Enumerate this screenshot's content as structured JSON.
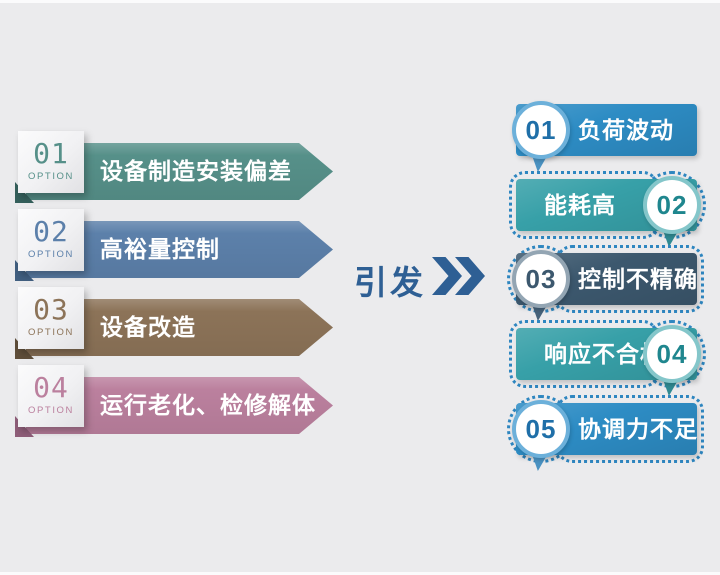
{
  "background_color": "#ebebed",
  "connector": {
    "label": "引发",
    "color": "#2e5f94",
    "chevron_icon": "double-chevron-right"
  },
  "left_options": [
    {
      "number": "01",
      "tag": "OPTION",
      "label": "设备制造安装偏差",
      "color": "#569089",
      "fold_color": "#35605c"
    },
    {
      "number": "02",
      "tag": "OPTION",
      "label": "高裕量控制",
      "color": "#5c80aa",
      "fold_color": "#415f80"
    },
    {
      "number": "03",
      "tag": "OPTION",
      "label": "设备改造",
      "color": "#8c7358",
      "fold_color": "#5f4e3a"
    },
    {
      "number": "04",
      "tag": "OPTION",
      "label": "运行老化、检修解体",
      "color": "#bb809e",
      "fold_color": "#8f5e79"
    }
  ],
  "right_effects": [
    {
      "number": "01",
      "label": "负荷波动",
      "color": "#2d8cc4",
      "ring_color": "#6cb0da",
      "tail_color": "#4a92c2",
      "number_color": "#1f6fa8",
      "circle_side": "left",
      "dotted": false
    },
    {
      "number": "02",
      "label": "能耗高",
      "color": "#37a0a8",
      "ring_color": "#84c6ca",
      "tail_color": "#2f8a92",
      "number_color": "#1f868e",
      "circle_side": "right",
      "dotted": true
    },
    {
      "number": "03",
      "label": "控制不精确",
      "color": "#3c586e",
      "ring_color": "#93a5b3",
      "tail_color": "#46627a",
      "number_color": "#3c586e",
      "circle_side": "left",
      "dotted": true
    },
    {
      "number": "04",
      "label": "响应不合格",
      "color": "#37a0a8",
      "ring_color": "#84c6ca",
      "tail_color": "#2f8a92",
      "number_color": "#1f868e",
      "circle_side": "right",
      "dotted": true
    },
    {
      "number": "05",
      "label": "协调力不足",
      "color": "#2d8cc4",
      "ring_color": "#6cb0da",
      "tail_color": "#4a92c2",
      "number_color": "#1f6fa8",
      "circle_side": "left",
      "dotted": true
    }
  ],
  "dot_color": "#2e86c0"
}
